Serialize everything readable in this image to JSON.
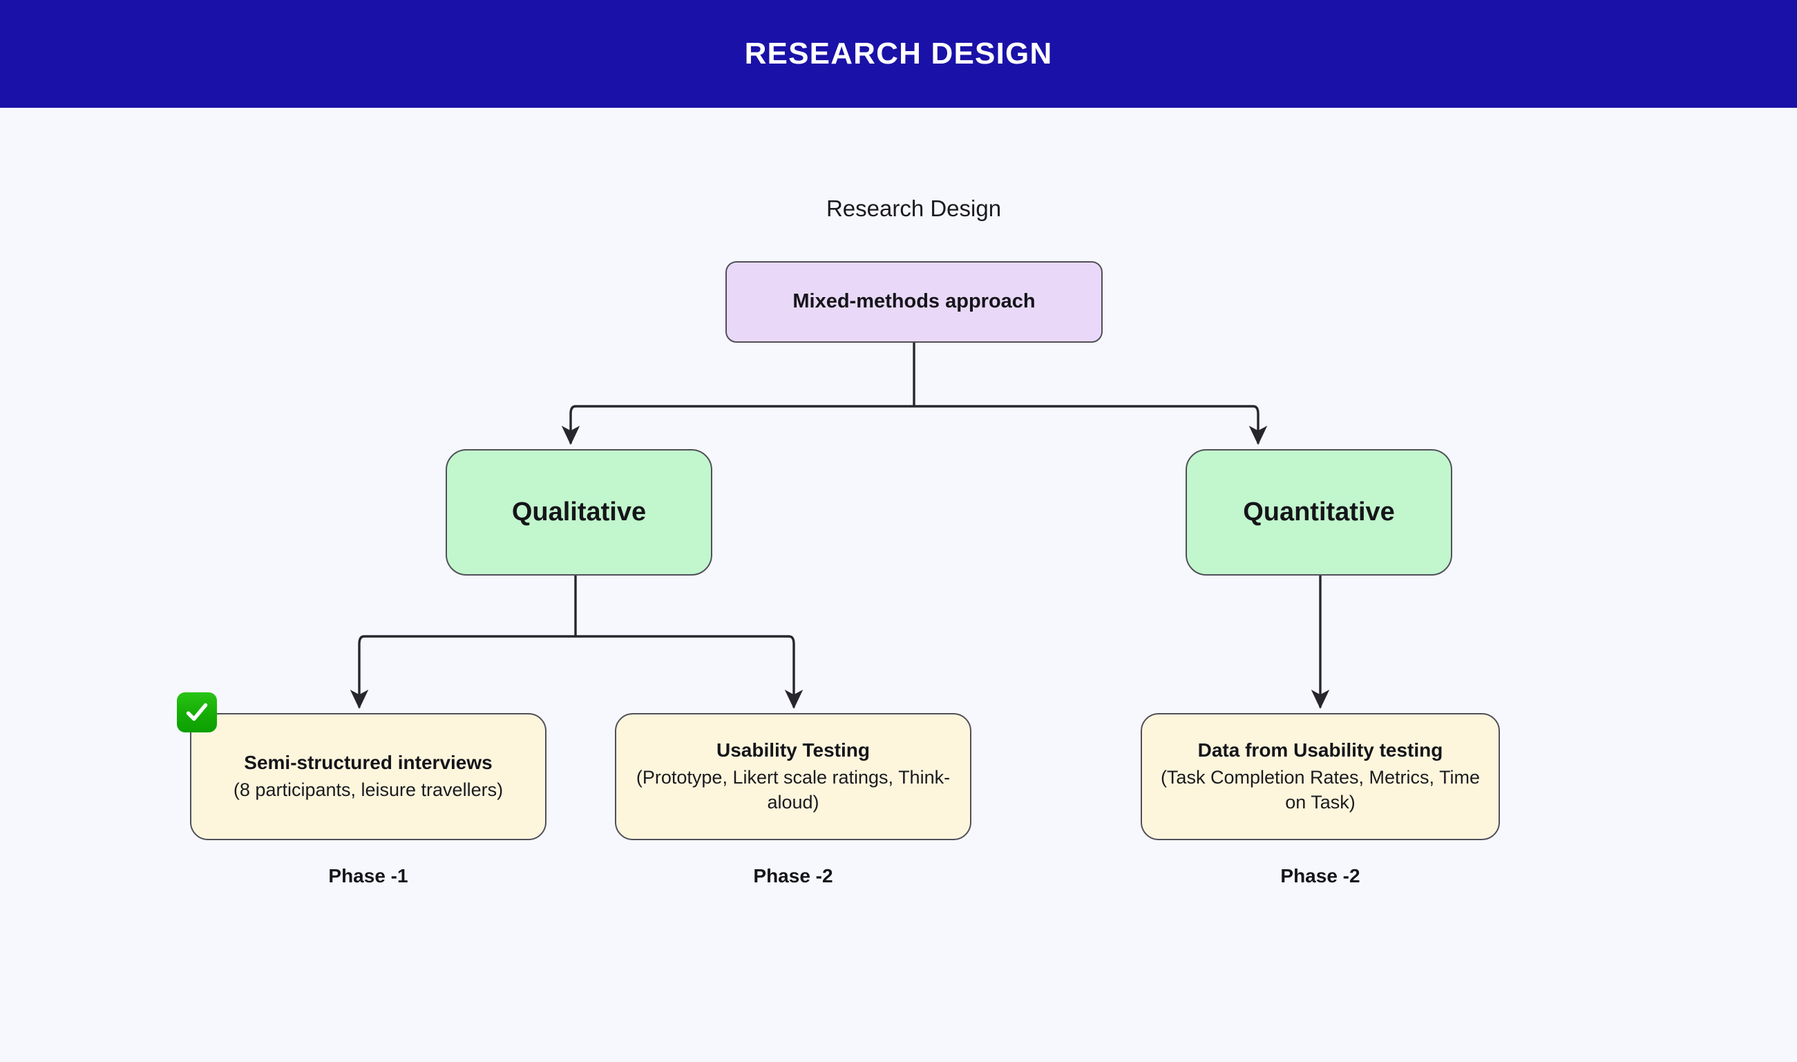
{
  "header": {
    "title": "RESEARCH DESIGN",
    "background_color": "#1a11a8",
    "text_color": "#ffffff"
  },
  "page": {
    "background_color": "#f7f8fd"
  },
  "diagram": {
    "caption": "Research Design",
    "type": "flowchart-tree",
    "root": {
      "label": "Mixed-methods approach",
      "fill_color": "#e9d8f7",
      "border_color": "#50505a"
    },
    "branches": [
      {
        "id": "qualitative",
        "label": "Qualitative",
        "fill_color": "#c2f6cd",
        "border_color": "#50505a"
      },
      {
        "id": "quantitative",
        "label": "Quantitative",
        "fill_color": "#c2f6cd",
        "border_color": "#50505a"
      }
    ],
    "leaves": [
      {
        "id": "semi-structured-interviews",
        "title": "Semi-structured interviews",
        "subtitle": "(8 participants, leisure travellers)",
        "phase": "Phase -1",
        "fill_color": "#fdf6dd",
        "border_color": "#50505a",
        "badge": "check-mark-button",
        "badge_color": "#17ae07"
      },
      {
        "id": "usability-testing",
        "title": "Usability Testing",
        "subtitle": "(Prototype, Likert scale ratings, Think-aloud)",
        "phase": "Phase -2",
        "fill_color": "#fdf6dd",
        "border_color": "#50505a"
      },
      {
        "id": "data-from-usability-testing",
        "title": "Data from Usability testing",
        "subtitle": "(Task Completion Rates, Metrics, Time on Task)",
        "phase": "Phase -2",
        "fill_color": "#fdf6dd",
        "border_color": "#50505a"
      }
    ],
    "connector_color": "#26262c"
  }
}
